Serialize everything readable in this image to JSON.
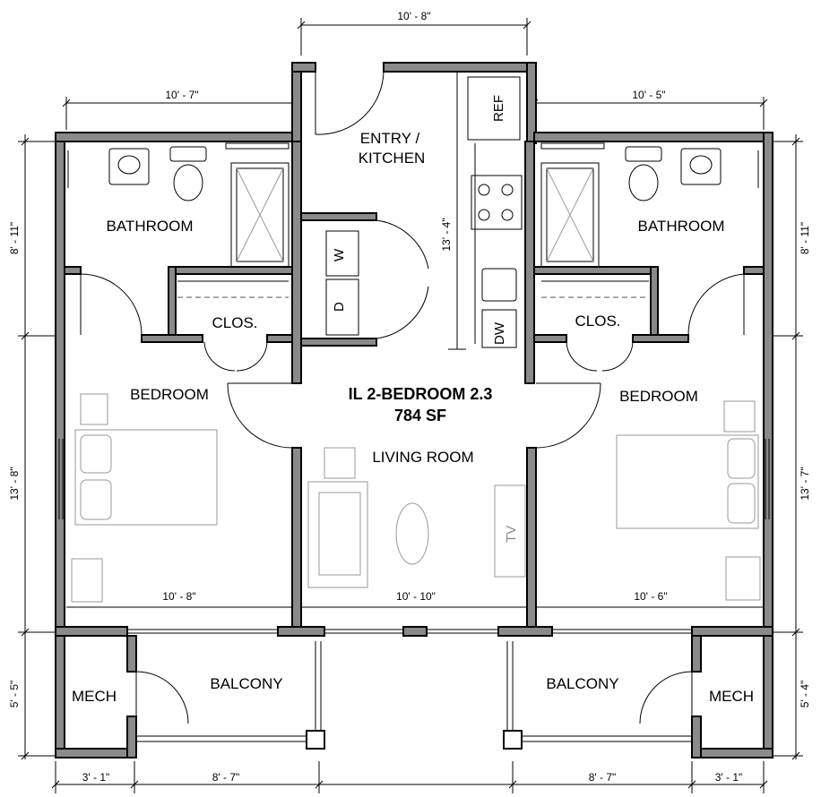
{
  "title": {
    "unit_name": "IL 2-BEDROOM 2.3",
    "area": "784 SF"
  },
  "rooms": {
    "entry_kitchen_line1": "ENTRY /",
    "entry_kitchen_line2": "KITCHEN",
    "bathroom_left": "BATHROOM",
    "bathroom_right": "BATHROOM",
    "closet_left": "CLOS.",
    "closet_right": "CLOS.",
    "bedroom_left": "BEDROOM",
    "bedroom_right": "BEDROOM",
    "living_room": "LIVING ROOM",
    "balcony_left": "BALCONY",
    "balcony_right": "BALCONY",
    "mech_left": "MECH",
    "mech_right": "MECH"
  },
  "fixtures": {
    "refrigerator": "REF",
    "washer": "W",
    "dryer": "D",
    "dishwasher": "DW",
    "tv": "TV"
  },
  "dimensions": {
    "top_entry_width": "10' - 8\"",
    "top_left_width": "10' - 7\"",
    "top_right_width": "10' - 5\"",
    "kitchen_depth": "13' - 4\"",
    "left_bath_height": "8' - 11\"",
    "right_bath_height": "8' - 11\"",
    "left_bedroom_height": "13' - 8\"",
    "right_bedroom_height": "13' - 7\"",
    "left_balcony_height": "5' - 5\"",
    "right_balcony_height": "5' - 4\"",
    "left_bedroom_width": "10' - 8\"",
    "living_width": "10' - 10\"",
    "right_bedroom_width": "10' - 6\"",
    "left_mech_width": "3' - 1\"",
    "left_balcony_width": "8' - 7\"",
    "right_balcony_width": "8' - 7\"",
    "right_mech_width": "3' - 1\""
  }
}
